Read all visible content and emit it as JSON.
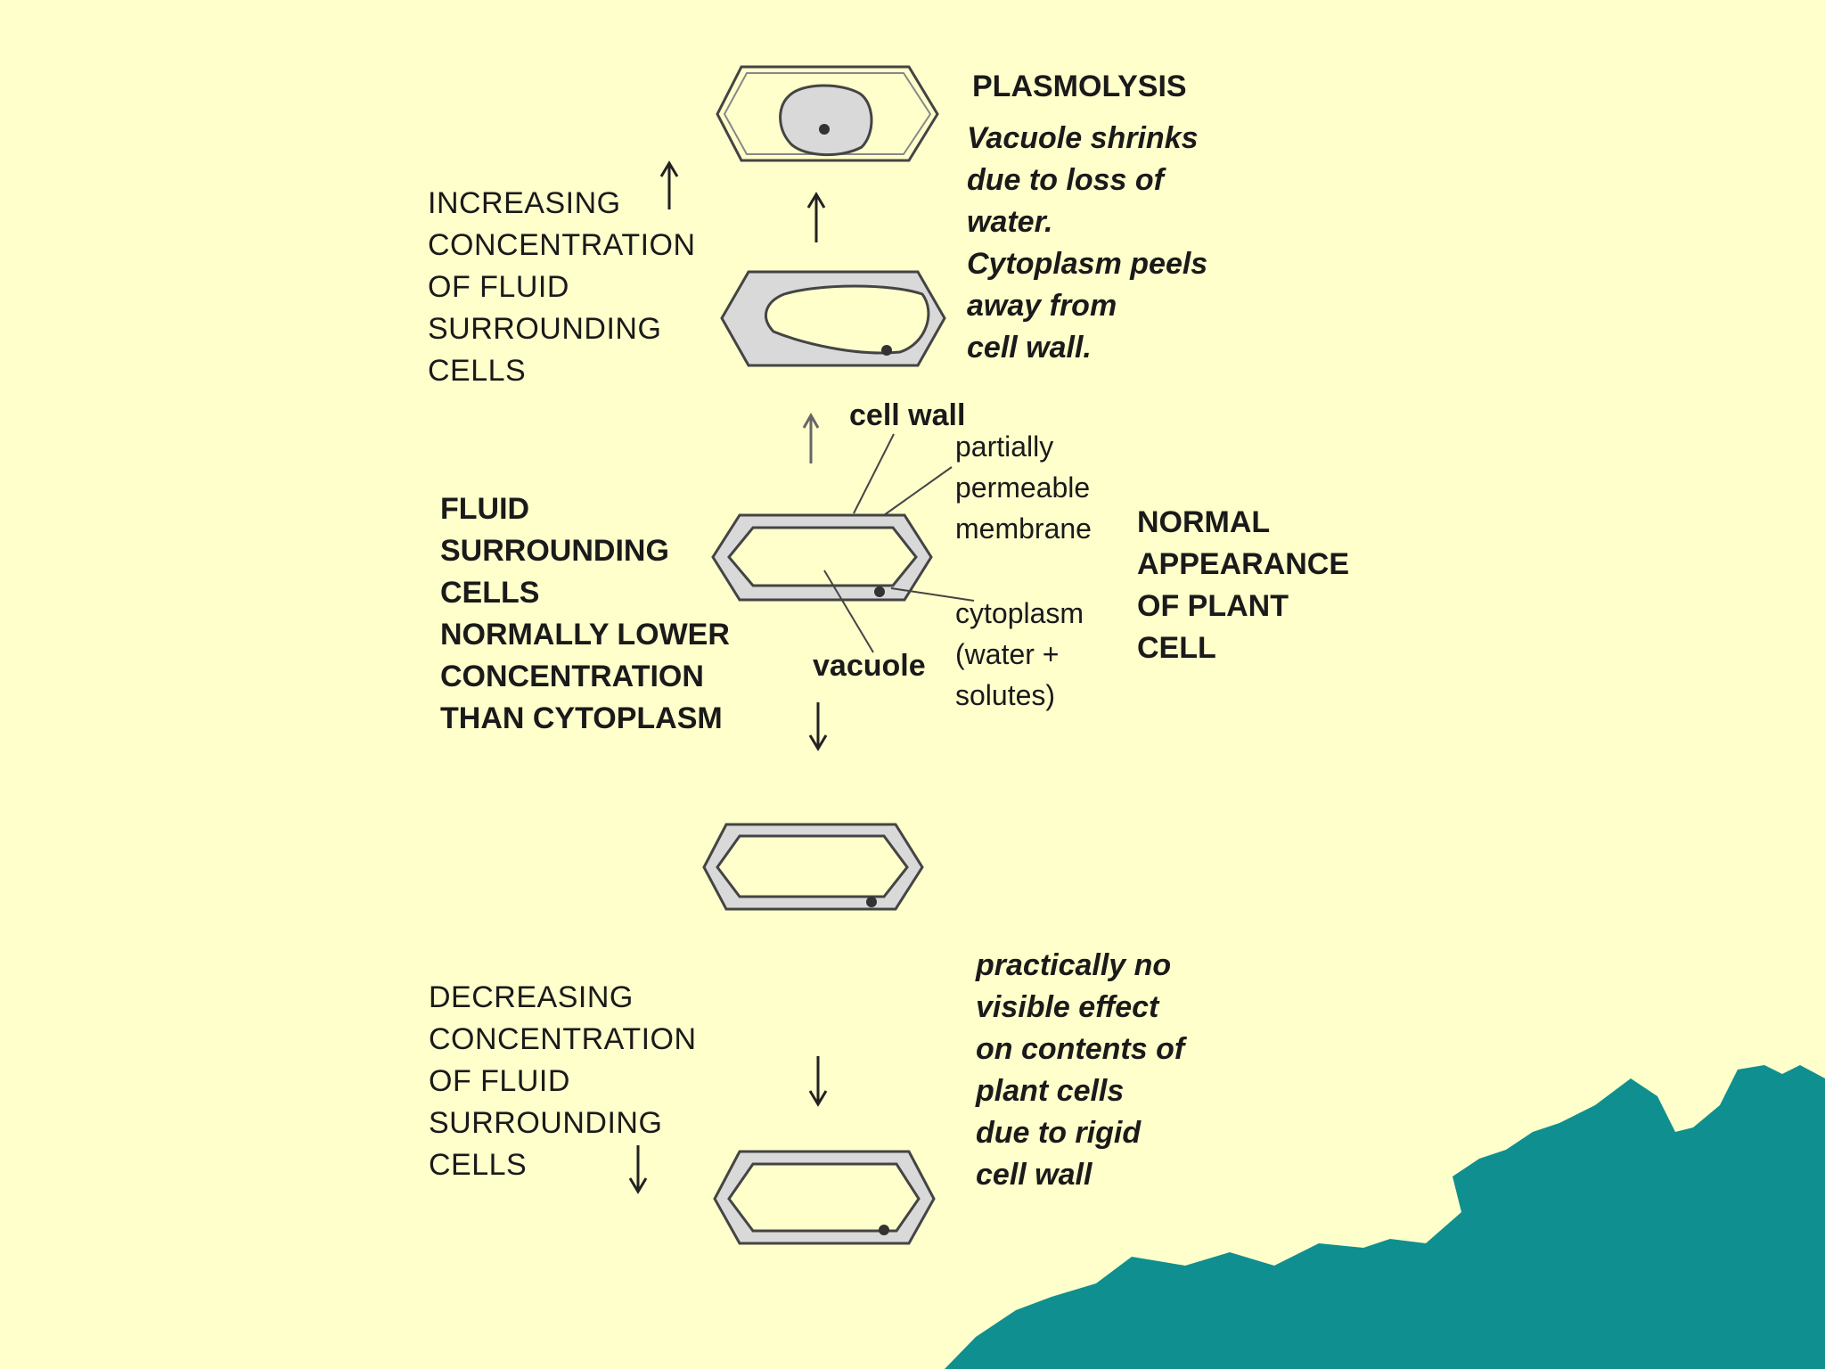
{
  "colors": {
    "background": "#ffffcc",
    "teal": "#0f8f8f",
    "cell_fill": "#d9d9d9",
    "line": "#444444"
  },
  "labels": {
    "plasmolysis_title": "PLASMOLYSIS",
    "plasmolysis_desc": "Vacuole shrinks\ndue to loss of\nwater.\nCytoplasm peels\naway from\ncell wall.",
    "increasing": "INCREASING\nCONCENTRATION\nOF FLUID\nSURROUNDING\nCELLS",
    "fluid_normal": "FLUID\nSURROUNDING\nCELLS\nNORMALLY LOWER\nCONCENTRATION\nTHAN CYTOPLASM",
    "cell_wall": "cell wall",
    "membrane": "partially\npermeable\nmembrane",
    "normal": "NORMAL\nAPPEARANCE\nOF PLANT\nCELL",
    "cytoplasm": "cytoplasm\n(water +\n  solutes)",
    "vacuole": "vacuole",
    "decreasing": "DECREASING\nCONCENTRATION\nOF FLUID\nSURROUNDING\nCELLS",
    "no_effect": "practically no\nvisible effect\non contents of\nplant cells\ndue to rigid\ncell wall"
  }
}
